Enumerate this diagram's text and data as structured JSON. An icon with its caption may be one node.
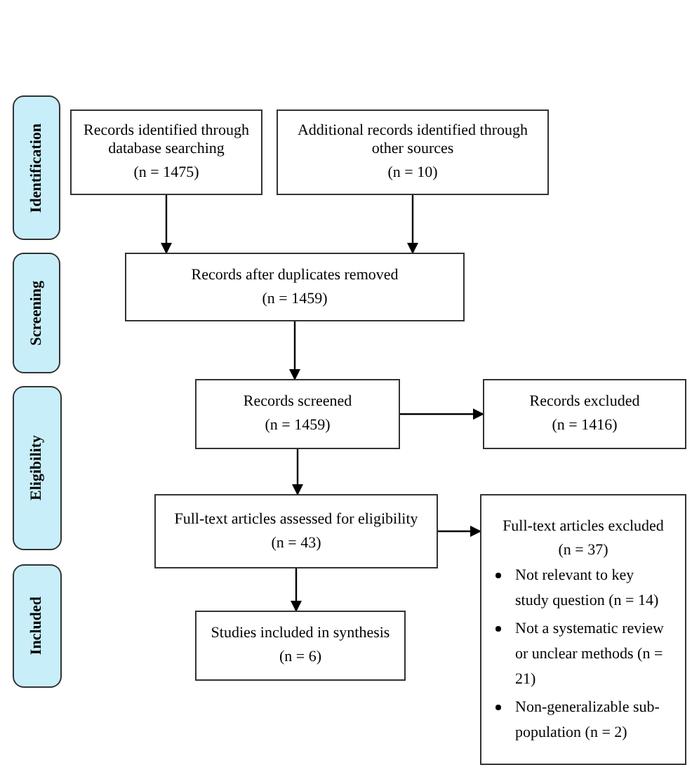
{
  "diagram": {
    "nodes": [
      {
        "text": [
          "Identification"
        ]
      },
      {
        "text": [
          "Screening"
        ]
      },
      {
        "text": [
          "Eligibility"
        ]
      },
      {
        "text": [
          "Included"
        ]
      },
      {
        "text": [
          "Records identified through database searching",
          "(n = 1475)"
        ]
      },
      {
        "text": [
          "Additional records identified through other sources",
          "(n = 10)"
        ]
      },
      {
        "text": [
          "Records after duplicates removed",
          "(n = 1459)"
        ]
      },
      {
        "text": [
          "Records screened",
          "(n = 1459)"
        ]
      },
      {
        "text": [
          "Records excluded",
          "(n = 1416)"
        ]
      },
      {
        "text": [
          "Full-text articles assessed for eligibility",
          "(n = 43)"
        ]
      },
      {
        "text": [
          "Full-text articles excluded",
          "(n = 37)",
          "Not relevant to key study question (n = 14)",
          "Not a systematic review or unclear methods (n = 21)",
          "Non-generalizable sub-population (n = 2)"
        ]
      },
      {
        "text": [
          "Studies included in synthesis",
          "(n = 6)"
        ]
      }
    ],
    "edges": [
      {
        "from": 4,
        "to": 6,
        "arrow": "to"
      },
      {
        "from": 5,
        "to": 6,
        "arrow": "to"
      },
      {
        "from": 6,
        "to": 7,
        "arrow": "to"
      },
      {
        "from": 7,
        "to": 8,
        "arrow": "to"
      },
      {
        "from": 7,
        "to": 9,
        "arrow": "to"
      },
      {
        "from": 9,
        "to": 10,
        "arrow": "to"
      },
      {
        "from": 9,
        "to": 11,
        "arrow": "to"
      }
    ]
  }
}
